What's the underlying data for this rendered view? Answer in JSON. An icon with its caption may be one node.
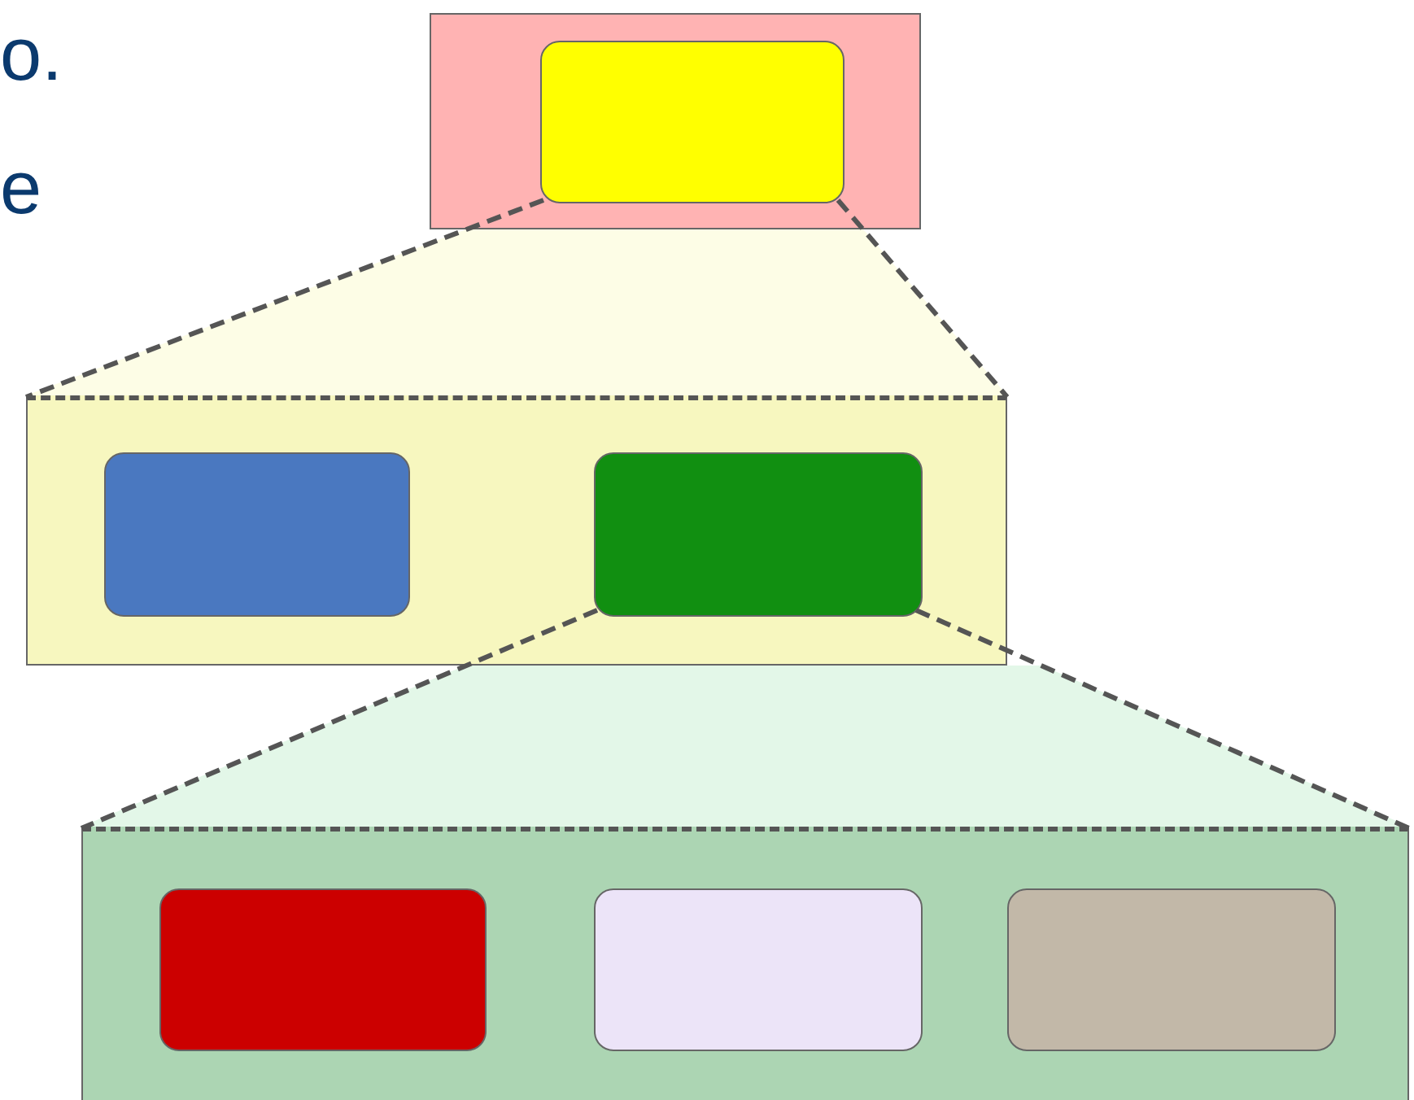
{
  "diagram": {
    "nodes": [
      {
        "text": [],
        "shape": "box"
      },
      {
        "text": [],
        "shape": "box",
        "in": 0
      },
      {
        "text": [],
        "shape": "box"
      },
      {
        "text": [],
        "shape": "box",
        "in": 2
      },
      {
        "text": [],
        "shape": "box",
        "in": 2
      },
      {
        "text": [],
        "shape": "box"
      },
      {
        "text": [],
        "shape": "box",
        "in": 5
      },
      {
        "text": [],
        "shape": "box",
        "in": 5
      },
      {
        "text": [],
        "shape": "box",
        "in": 5
      }
    ],
    "edges": [
      {
        "from": 1,
        "to": 2,
        "arrow": "none",
        "style": "dashed"
      },
      {
        "from": 4,
        "to": 5,
        "arrow": "none",
        "style": "dashed"
      }
    ],
    "labels": [
      "o.",
      "e"
    ]
  }
}
